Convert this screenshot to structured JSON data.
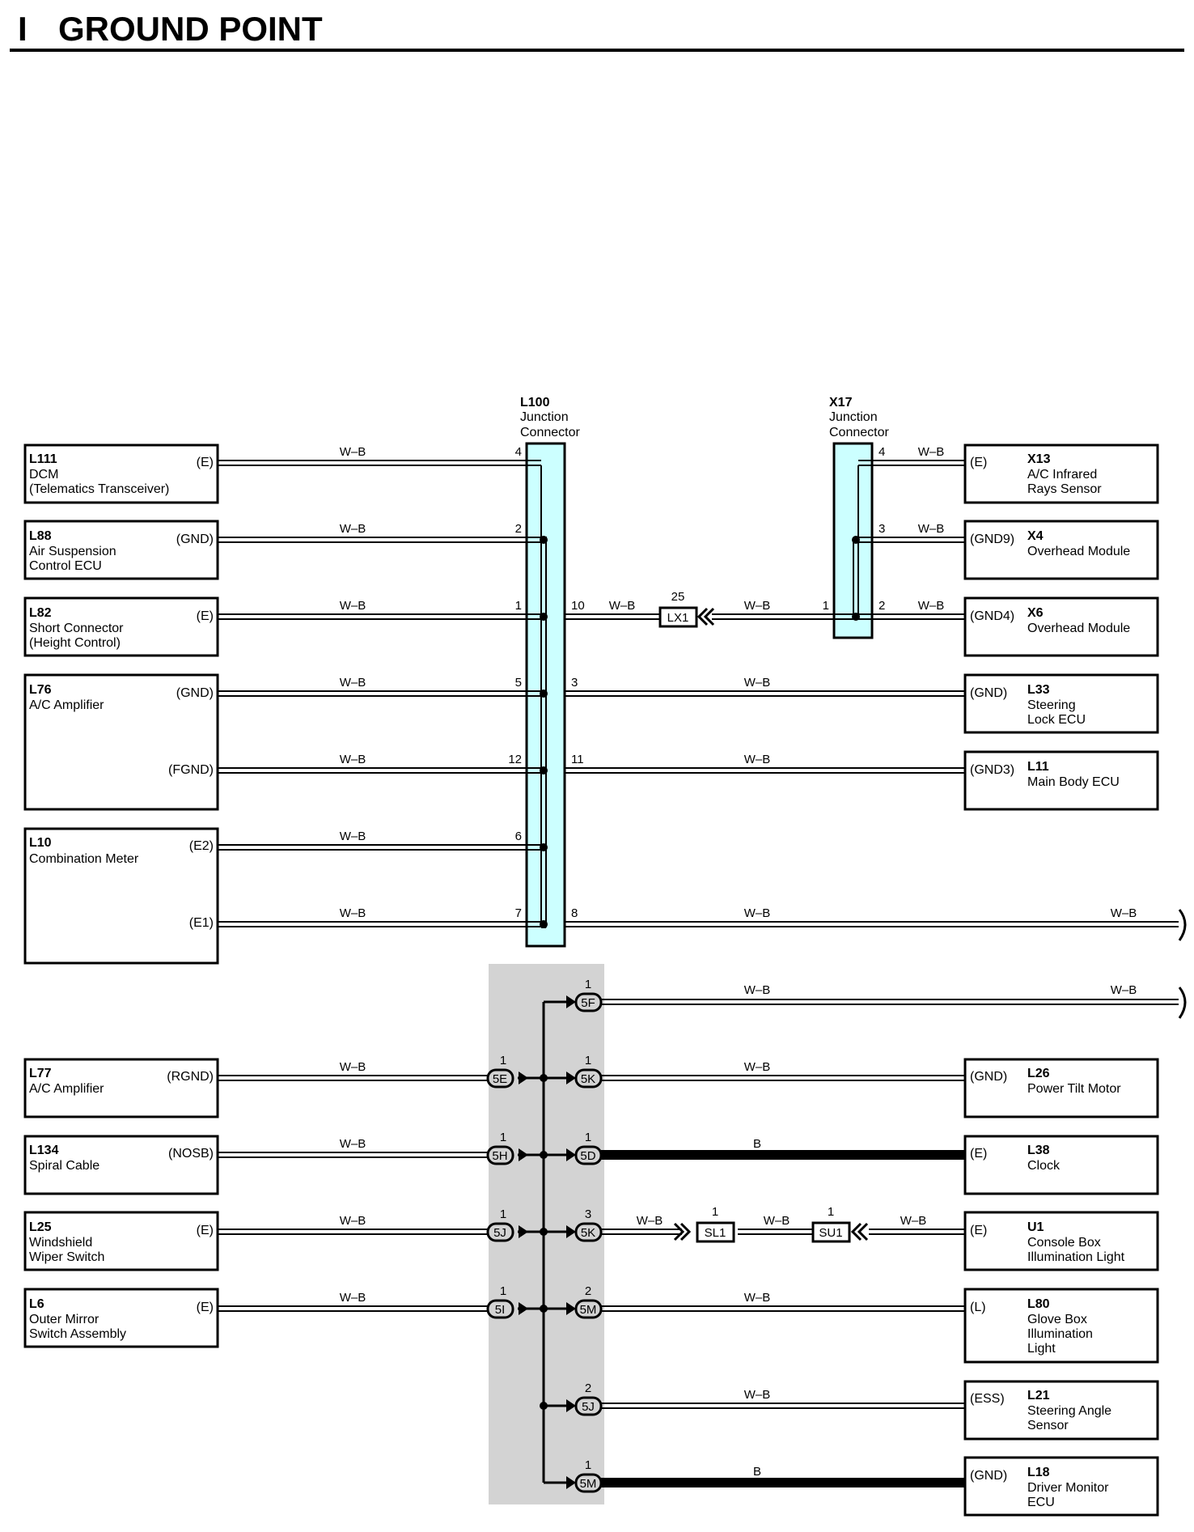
{
  "page": {
    "section": "I",
    "title": "GROUND POINT"
  },
  "junctions": {
    "L100": {
      "id": "L100",
      "line1": "Junction",
      "line2": "Connector"
    },
    "X17": {
      "id": "X17",
      "line1": "Junction",
      "line2": "Connector"
    }
  },
  "left_components": [
    {
      "id": "L111",
      "lines": [
        "DCM",
        "(Telematics Transceiver)"
      ],
      "terms": [
        "(E)"
      ]
    },
    {
      "id": "L88",
      "lines": [
        "Air Suspension",
        "Control ECU"
      ],
      "terms": [
        "(GND)"
      ]
    },
    {
      "id": "L82",
      "lines": [
        "Short Connector",
        "(Height Control)"
      ],
      "terms": [
        "(E)"
      ]
    },
    {
      "id": "L76",
      "lines": [
        "A/C Amplifier"
      ],
      "terms": [
        "(GND)",
        "(FGND)"
      ]
    },
    {
      "id": "L10",
      "lines": [
        "Combination Meter"
      ],
      "terms": [
        "(E2)",
        "(E1)"
      ]
    },
    {
      "id": "L77",
      "lines": [
        "A/C Amplifier"
      ],
      "terms": [
        "(RGND)"
      ]
    },
    {
      "id": "L134",
      "lines": [
        "Spiral Cable"
      ],
      "terms": [
        "(NOSB)"
      ]
    },
    {
      "id": "L25",
      "lines": [
        "Windshield",
        "Wiper Switch"
      ],
      "terms": [
        "(E)"
      ]
    },
    {
      "id": "L6",
      "lines": [
        "Outer Mirror",
        "Switch Assembly"
      ],
      "terms": [
        "(E)"
      ]
    }
  ],
  "right_components": [
    {
      "id": "X13",
      "lines": [
        "A/C Infrared",
        "Rays Sensor"
      ],
      "term": "(E)"
    },
    {
      "id": "X4",
      "lines": [
        "Overhead Module"
      ],
      "term": "(GND9)"
    },
    {
      "id": "X6",
      "lines": [
        "Overhead Module"
      ],
      "term": "(GND4)"
    },
    {
      "id": "L33",
      "lines": [
        "Steering",
        "Lock ECU"
      ],
      "term": "(GND)"
    },
    {
      "id": "L11",
      "lines": [
        "Main Body ECU"
      ],
      "term": "(GND3)"
    },
    {
      "id": "L26",
      "lines": [
        "Power Tilt Motor"
      ],
      "term": "(GND)"
    },
    {
      "id": "L38",
      "lines": [
        "Clock"
      ],
      "term": "(E)"
    },
    {
      "id": "U1",
      "lines": [
        "Console Box",
        "Illumination Light"
      ],
      "term": "(E)"
    },
    {
      "id": "L80",
      "lines": [
        "Glove Box",
        "Illumination",
        "Light"
      ],
      "term": "(L)"
    },
    {
      "id": "L21",
      "lines": [
        "Steering Angle",
        "Sensor"
      ],
      "term": "(ESS)"
    },
    {
      "id": "L18",
      "lines": [
        "Driver Monitor",
        "ECU"
      ],
      "term": "(GND)"
    }
  ],
  "wire_colors": {
    "wb": "W–B",
    "b": "B"
  },
  "pins": {
    "l100_left": [
      "4",
      "2",
      "1",
      "5",
      "12",
      "6",
      "7"
    ],
    "l100_right": [
      "10",
      "3",
      "11",
      "8"
    ],
    "x17_left": [
      "1"
    ],
    "x17_right": [
      "4",
      "3",
      "2"
    ]
  },
  "inline_connectors": [
    {
      "id": "LX1",
      "pin": "25"
    },
    {
      "id": "SL1",
      "pin": "1"
    },
    {
      "id": "SU1",
      "pin": "1"
    }
  ],
  "ground_left_pills": [
    {
      "id": "5E",
      "pin": "1"
    },
    {
      "id": "5H",
      "pin": "1"
    },
    {
      "id": "5J",
      "pin": "1"
    },
    {
      "id": "5I",
      "pin": "1"
    }
  ],
  "ground_right_pills": [
    {
      "id": "5F",
      "pin": "1"
    },
    {
      "id": "5K",
      "pin": "1"
    },
    {
      "id": "5D",
      "pin": "1"
    },
    {
      "id": "5K",
      "pin": "3"
    },
    {
      "id": "5M",
      "pin": "2"
    },
    {
      "id": "5J",
      "pin": "2"
    },
    {
      "id": "5M",
      "pin": "1"
    }
  ],
  "colors": {
    "junction_fill": "#ccffff",
    "ground_panel": "#d3d3d3",
    "line": "#000000"
  }
}
